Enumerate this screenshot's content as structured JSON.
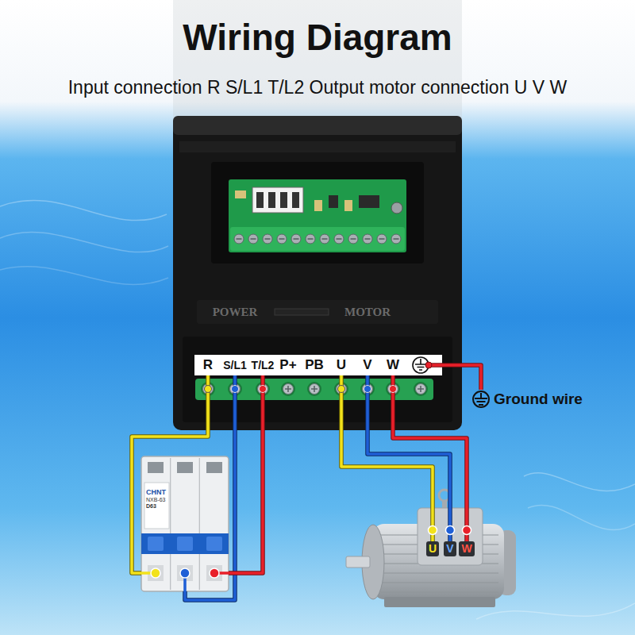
{
  "diagram": {
    "title": "Wiring Diagram",
    "nodes": [
      {
        "text": [
          "R"
        ]
      },
      {
        "text": [
          "S/L1"
        ]
      },
      {
        "text": [
          "T/L2"
        ]
      },
      {
        "text": [
          "P+"
        ]
      },
      {
        "text": [
          "PB"
        ]
      },
      {
        "text": [
          "U"
        ]
      },
      {
        "text": [
          "V"
        ]
      },
      {
        "text": [
          "W"
        ]
      },
      {
        "text": [
          "CHNT",
          "NXB-63",
          "D63"
        ]
      },
      {
        "text": [
          "U"
        ]
      },
      {
        "text": [
          "V"
        ]
      },
      {
        "text": [
          "W"
        ]
      }
    ],
    "edges": [
      {
        "from": 0,
        "to": 8,
        "arrow": "none"
      },
      {
        "from": 1,
        "to": 8,
        "arrow": "none"
      },
      {
        "from": 2,
        "to": 8,
        "arrow": "none"
      },
      {
        "from": 5,
        "to": 9,
        "arrow": "none"
      },
      {
        "from": 6,
        "to": 10,
        "arrow": "none"
      },
      {
        "from": 7,
        "to": 11,
        "arrow": "none"
      }
    ],
    "labels": [
      "Input connection R S/L1 T/L2 Output motor connection U V W",
      "POWER",
      "MOTOR",
      "Ground wire"
    ]
  }
}
